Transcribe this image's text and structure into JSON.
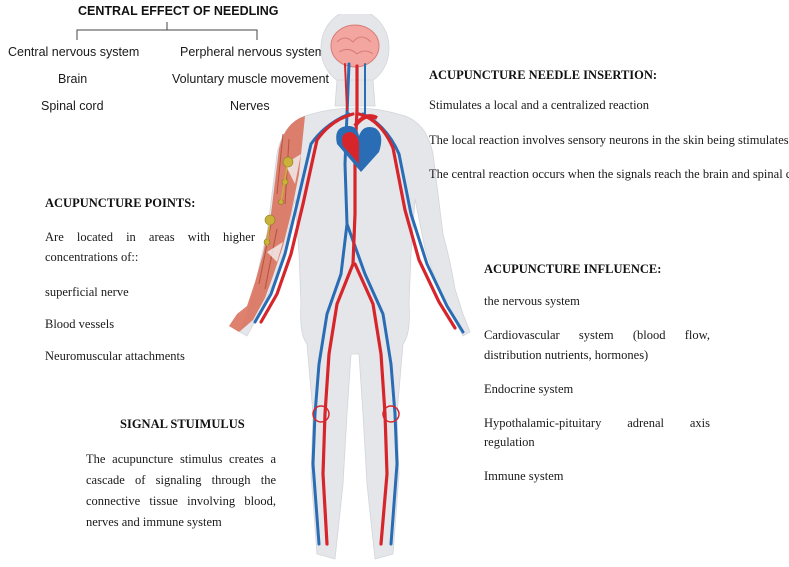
{
  "central_effect": {
    "title": "CENTRAL EFFECT OF NEEDLING",
    "left": [
      "Central nervous system",
      "Brain",
      "Spinal cord"
    ],
    "right": [
      "Perpheral nervous system",
      "Voluntary muscle movement",
      "Nerves"
    ]
  },
  "needle_insertion": {
    "title": "ACUPUNCTURE NEEDLE INSERTION:",
    "lines": [
      "Stimulates a local and a centralized reaction",
      "The local reaction involves sensory neurons in the skin being stimulates",
      "The central reaction occurs when the signals reach the brain and spinal cord"
    ]
  },
  "acupuncture_points": {
    "title": "ACUPUNCTURE POINTS:",
    "intro_line1": "Are located in areas with higher",
    "intro_line2": "concentrations of::",
    "items": [
      "superficial nerve",
      "Blood vessels",
      "Neuromuscular attachments"
    ]
  },
  "influence": {
    "title": "ACUPUNCTURE INFLUENCE:",
    "item1": "the nervous system",
    "item2_line1": "Cardiovascular system (blood flow,",
    "item2_line2": "distribution nutrients, hormones)",
    "item3": "Endocrine system",
    "item4_line1": "Hypothalamic-pituitary adrenal axis",
    "item4_line2": "regulation",
    "item5": "Immune system"
  },
  "signal": {
    "title": "SIGNAL STUIMULUS",
    "lines": [
      "The acupuncture stimulus creates a",
      "cascade of signaling through the",
      "connective tissue involving blood,",
      "nerves and immune system"
    ]
  },
  "colors": {
    "artery": "#d7262b",
    "vein": "#2a6db5",
    "body": "#e4e6ea",
    "muscle": "#d9705a",
    "brain": "#f3a6a0",
    "acupoint": "#c9b13a"
  }
}
